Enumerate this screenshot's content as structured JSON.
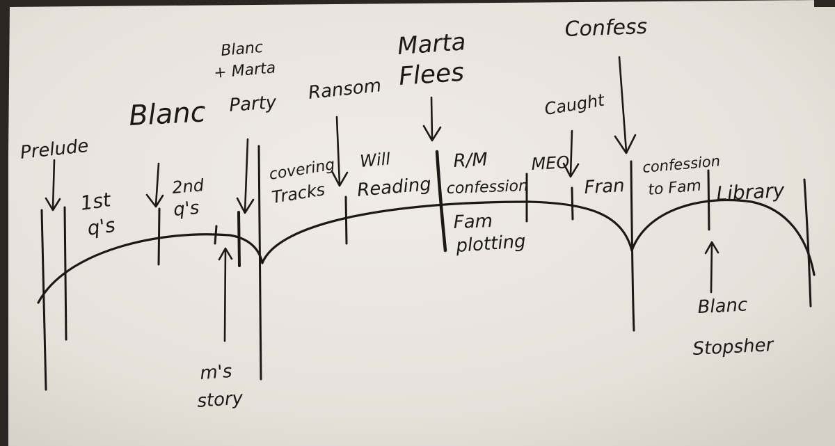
{
  "labels": {
    "prelude": "Prelude",
    "first_qs_1": "1st",
    "first_qs_2": "q's",
    "blanc": "Blanc",
    "second_qs_1": "2nd",
    "second_qs_2": "q's",
    "blanc_marta_1": "Blanc",
    "blanc_marta_2": "+ Marta",
    "blanc_marta_3": "Party",
    "ms_story_1": "m's",
    "ms_story_2": "story",
    "ransom": "Ransom",
    "covering_1": "covering",
    "covering_2": "Tracks",
    "will_1": "Will",
    "will_2": "Reading",
    "marta_flees_1": "Marta",
    "marta_flees_2": "Flees",
    "rm_1": "R/M",
    "rm_2": "confession",
    "fam_plotting_1": "Fam",
    "fam_plotting_2": "plotting",
    "caught": "Caught",
    "meo": "MEO",
    "fran": "Fran",
    "confess": "Confess",
    "confession_fam_1": "confession",
    "confession_fam_2": "to Fam",
    "library": "Library",
    "blanc_stops_1": "Blanc",
    "blanc_stops_2": "Stopsher"
  },
  "colors": {
    "paper": "#ebe7e1",
    "ink": "#1b1816",
    "background": "#2b2622"
  }
}
